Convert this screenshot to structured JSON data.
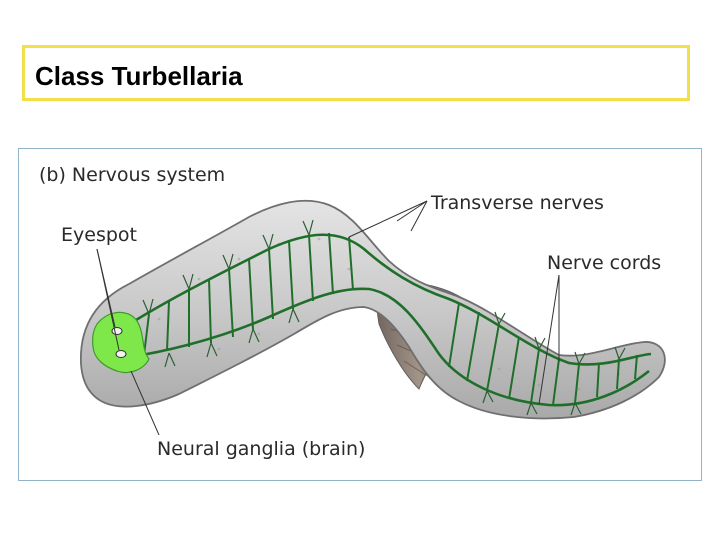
{
  "slide": {
    "title": "Class Turbellaria"
  },
  "figure": {
    "panel_label": "(b) Nervous system",
    "labels": {
      "transverse_nerves": "Transverse nerves",
      "eyespot": "Eyespot",
      "nerve_cords": "Nerve cords",
      "neural_ganglia": "Neural ganglia (brain)"
    },
    "colors": {
      "body": "#cfcfcf",
      "body_outline": "#6f6f6f",
      "nerve": "#1f6f2a",
      "ganglia": "#7ee84a",
      "shadow": "#8a7d74"
    }
  }
}
